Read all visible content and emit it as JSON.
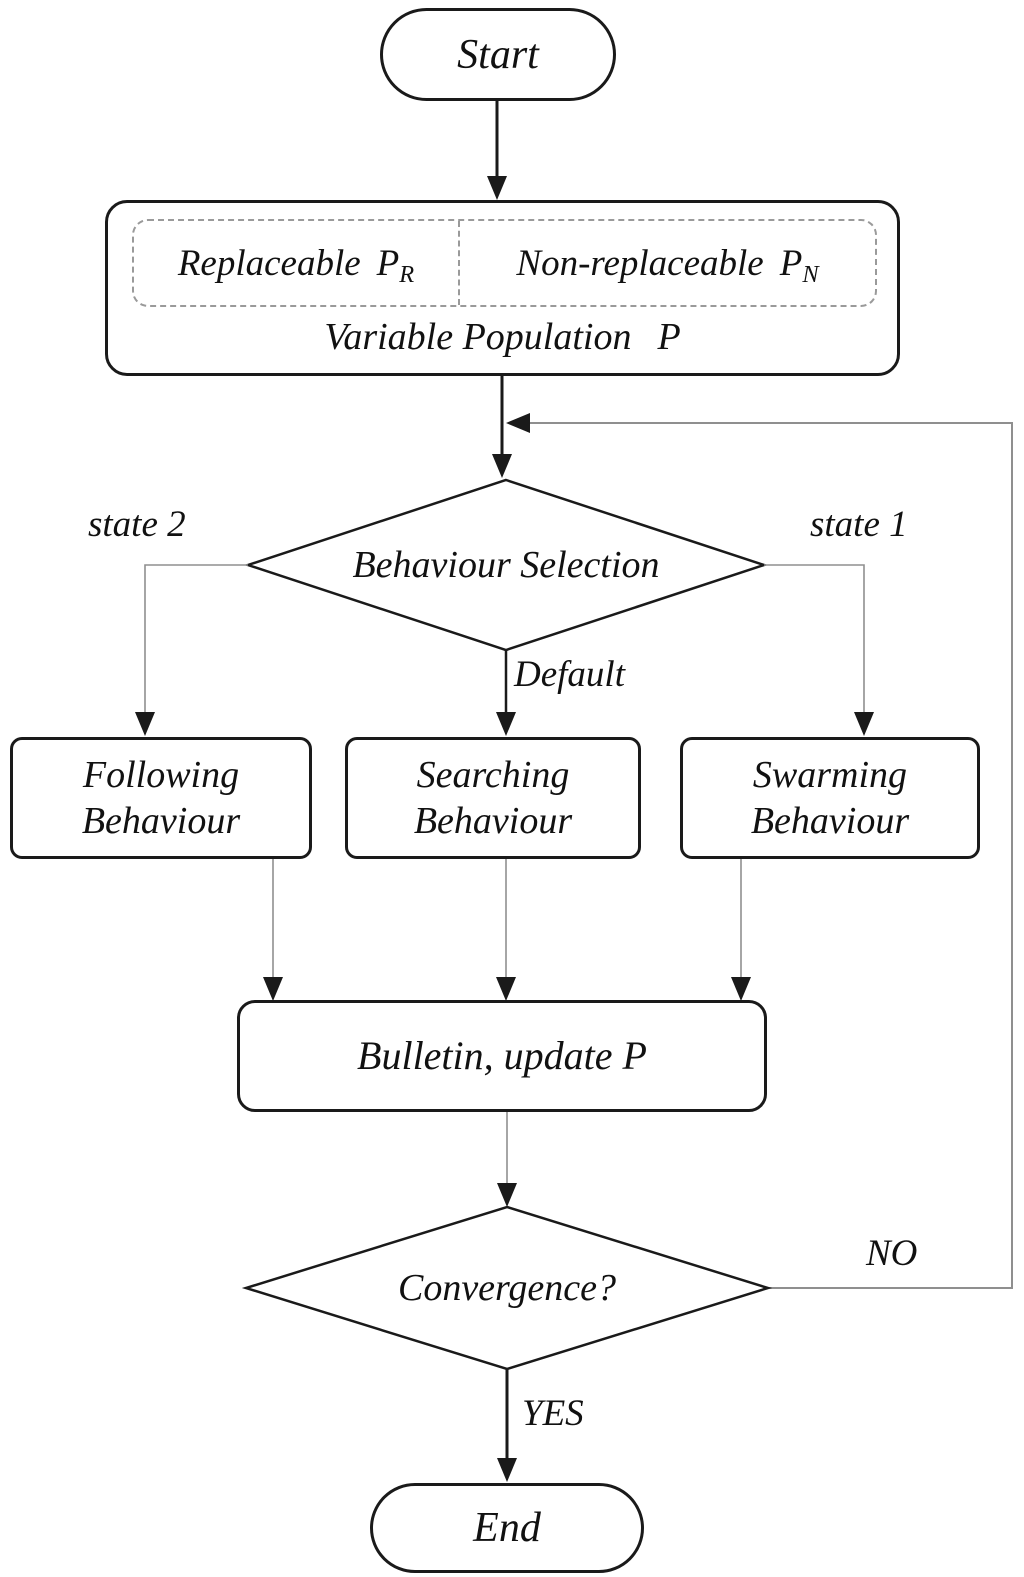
{
  "flowchart": {
    "nodes": {
      "start": {
        "label": "Start"
      },
      "population": {
        "replaceable_label": "Replaceable",
        "replaceable_symbol": "P",
        "replaceable_sub": "R",
        "non_replaceable_label": "Non-replaceable",
        "non_replaceable_symbol": "P",
        "non_replaceable_sub": "N",
        "variable_label": "Variable Population",
        "variable_symbol": "P"
      },
      "behaviour_selection": {
        "label": "Behaviour Selection"
      },
      "following": {
        "line1": "Following",
        "line2": "Behaviour"
      },
      "searching": {
        "line1": "Searching",
        "line2": "Behaviour"
      },
      "swarming": {
        "line1": "Swarming",
        "line2": "Behaviour"
      },
      "bulletin": {
        "label": "Bulletin, update P"
      },
      "convergence": {
        "label": "Convergence?"
      },
      "end": {
        "label": "End"
      }
    },
    "edge_labels": {
      "state2": "state 2",
      "state1": "state 1",
      "default_branch": "Default",
      "no": "NO",
      "yes": "YES"
    },
    "colors": {
      "line_dark": "#1a1a1a",
      "line_gray": "#8f8f8f",
      "dashed_border": "#9a9a9a",
      "background": "#ffffff",
      "text": "#111111"
    }
  }
}
